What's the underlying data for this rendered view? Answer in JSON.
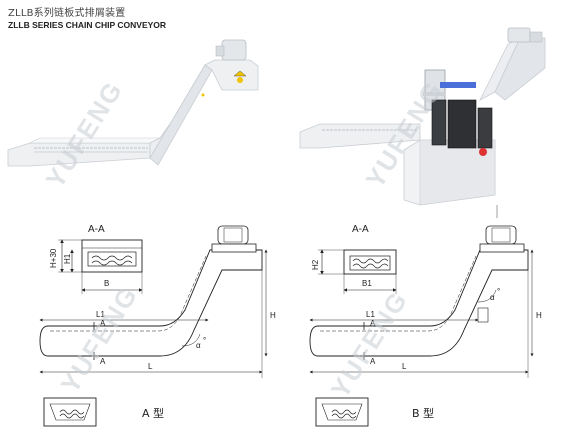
{
  "header": {
    "title_cn": "ZLLB系列链板式排屑装置",
    "title_en": "ZLLB SERIES CHAIN CHIP CONVEYOR"
  },
  "watermark": "YUFENG",
  "diagram_a": {
    "section_label": "A-A",
    "dim_h_h30": "H+30",
    "dim_h1": "H1",
    "dim_b": "B",
    "dim_l1": "L1",
    "dim_l": "L",
    "dim_h": "H",
    "dim_alpha": "α",
    "degree": "°",
    "cut_a_top": "A",
    "cut_a_bottom": "A",
    "type_label": "A 型"
  },
  "diagram_b": {
    "section_label": "A-A",
    "dim_h2": "H2",
    "dim_b1": "B1",
    "dim_l1": "L1",
    "dim_l": "L",
    "dim_h": "H",
    "dim_alpha": "α",
    "degree": "°",
    "cut_a_top": "A",
    "cut_a_bottom": "A",
    "type_label": "B 型"
  }
}
